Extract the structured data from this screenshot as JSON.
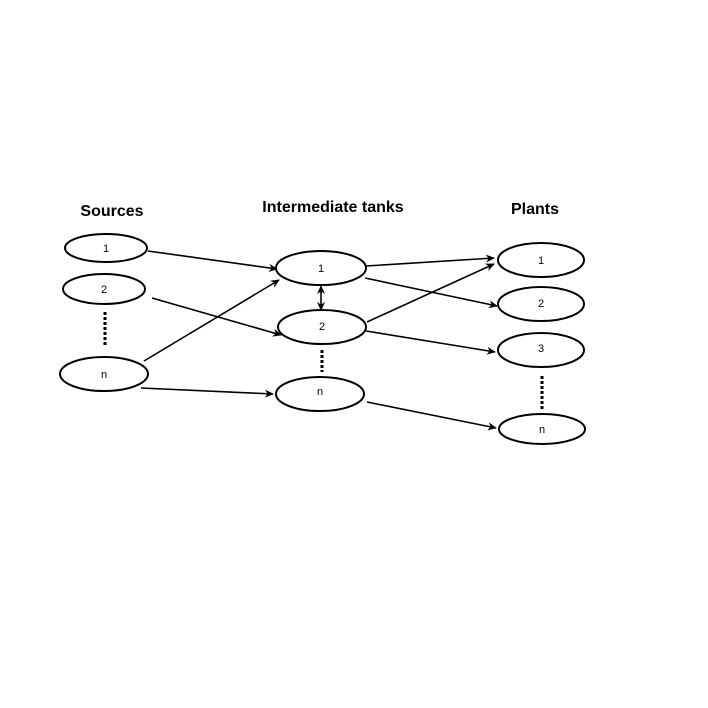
{
  "headers": {
    "sources": "Sources",
    "tanks": "Intermediate tanks",
    "plants": "Plants"
  },
  "nodes": {
    "source_1": "1",
    "source_2": "2",
    "source_n": "n",
    "tank_1": "1",
    "tank_2": "2",
    "tank_n": "n",
    "plant_1": "1",
    "plant_2": "2",
    "plant_3": "3",
    "plant_n": "n"
  },
  "edges": [
    {
      "from": "source_1",
      "to": "tank_1"
    },
    {
      "from": "source_2",
      "to": "tank_2"
    },
    {
      "from": "source_n",
      "to": "tank_1"
    },
    {
      "from": "source_n",
      "to": "tank_n"
    },
    {
      "from": "tank_1",
      "to": "tank_2",
      "bidirectional": true
    },
    {
      "from": "tank_1",
      "to": "plant_1"
    },
    {
      "from": "tank_1",
      "to": "plant_2"
    },
    {
      "from": "tank_2",
      "to": "plant_1"
    },
    {
      "from": "tank_2",
      "to": "plant_3"
    },
    {
      "from": "tank_n",
      "to": "plant_n"
    }
  ]
}
